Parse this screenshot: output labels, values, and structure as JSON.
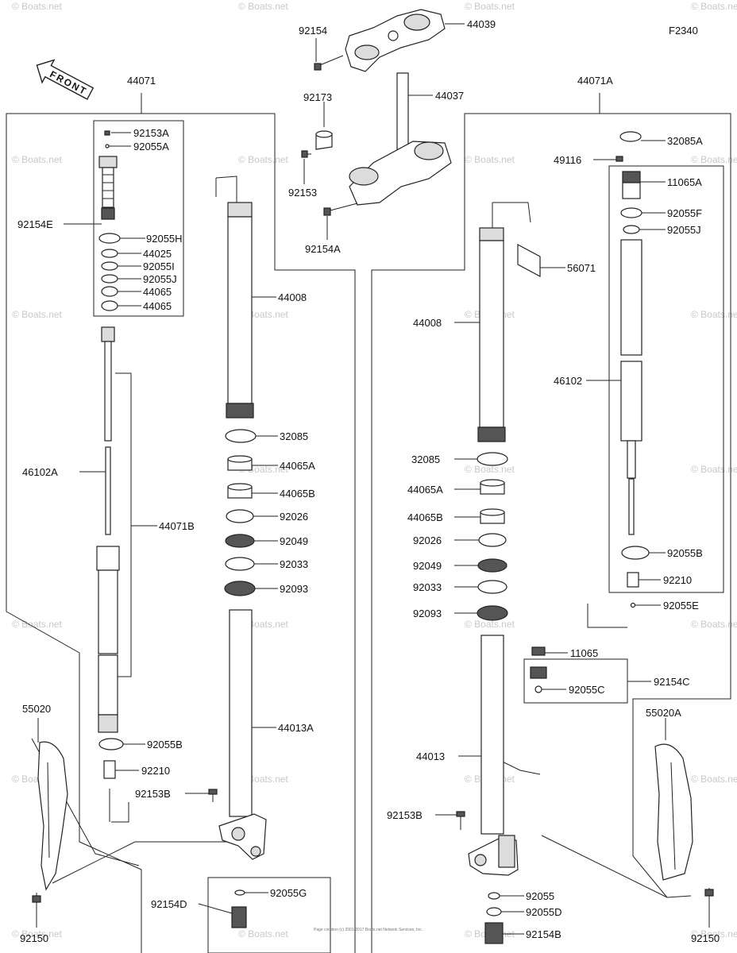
{
  "figure_code": "F2340",
  "direction_label": "FRONT",
  "watermark": "© Boats.net",
  "footer_text": "Page creation (c) 2001-2017 Boats.net Network Services, Inc.",
  "labels": {
    "l44071": "44071",
    "l44071A": "44071A",
    "l92154_top": "92154",
    "l44039": "44039",
    "l92173": "92173",
    "l44037": "44037",
    "l92153": "92153",
    "l92154A": "92154A",
    "l92153A": "92153A",
    "l92055A": "92055A",
    "l92154E": "92154E",
    "l92055H": "92055H",
    "l44025": "44025",
    "l92055I": "92055I",
    "l92055J_left": "92055J",
    "l44065_1": "44065",
    "l44065_2": "44065",
    "l44008_left": "44008",
    "l46102A": "46102A",
    "l44071B": "44071B",
    "l32085_left": "32085",
    "l44065A_left": "44065A",
    "l44065B_left": "44065B",
    "l92026_left": "92026",
    "l92049_left": "92049",
    "l92033_left": "92033",
    "l92093_left": "92093",
    "l44013A": "44013A",
    "l55020": "55020",
    "l92055B_left": "92055B",
    "l92210_left": "92210",
    "l92153B_left": "92153B",
    "l92154D": "92154D",
    "l92055G": "92055G",
    "l92150_left": "92150",
    "l32085A": "32085A",
    "l49116": "49116",
    "l11065A": "11065A",
    "l92055F": "92055F",
    "l92055J_right": "92055J",
    "l56071": "56071",
    "l44008_right": "44008",
    "l46102": "46102",
    "l32085_right": "32085",
    "l44065A_right": "44065A",
    "l44065B_right": "44065B",
    "l92026_right": "92026",
    "l92049_right": "92049",
    "l92033_right": "92033",
    "l92093_right": "92093",
    "l92055B_right": "92055B",
    "l92210_right": "92210",
    "l92055E": "92055E",
    "l11065": "11065",
    "l92154C": "92154C",
    "l92055C": "92055C",
    "l44013": "44013",
    "l55020A": "55020A",
    "l92153B_right": "92153B",
    "l92055": "92055",
    "l92055D": "92055D",
    "l92154B": "92154B",
    "l92150_right": "92150"
  }
}
